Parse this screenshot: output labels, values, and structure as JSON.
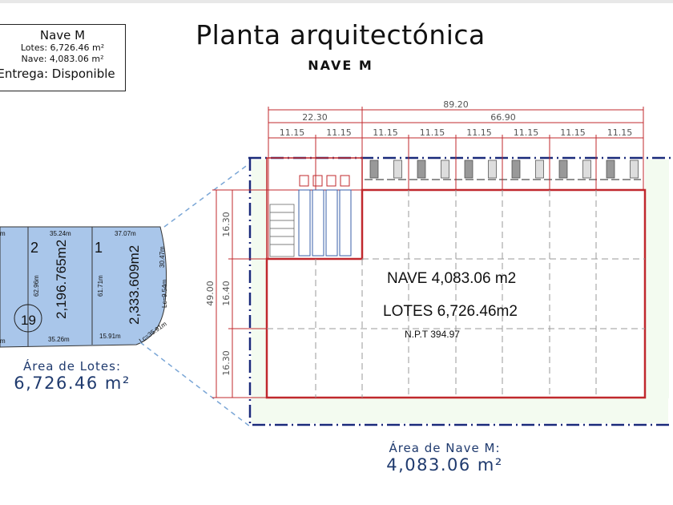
{
  "info_box": {
    "title": "Nave M",
    "lotes": "Lotes: 6,726.46 m²",
    "nave": "Nave: 4,083.06 m²",
    "entrega": "Entrega: Disponible"
  },
  "header": {
    "title": "Planta arquitectónica",
    "subtitle": "NAVE M"
  },
  "dimensions": {
    "total_width": "89.20",
    "left_width": "22.30",
    "right_width": "66.90",
    "bay": "11.15",
    "total_depth": "49.00",
    "depth_segments": [
      "16.30",
      "16.40",
      "16.30"
    ]
  },
  "plan_labels": {
    "nave": "NAVE  4,083.06 m2",
    "lotes": "LOTES  6,726.46m2",
    "npt": "N.P.T  394.97"
  },
  "lots": {
    "lot2": {
      "number": "2",
      "area": "2,196.765m2",
      "top": "35.24m",
      "side": "62.96m",
      "bottom": "35.26m"
    },
    "lot1": {
      "number": "1",
      "area": "2,333.609m2",
      "top": "37.07m",
      "side": "61.71m",
      "bottom": "15.91m",
      "right": "30.47m",
      "arc1": "Lc=9.54m",
      "arc2": "Lc=35.91m"
    },
    "block": "19",
    "edge_top": "m",
    "edge_bottom": "m"
  },
  "area_lotes": {
    "label": "Área de Lotes:",
    "value": "6,726.46 m²"
  },
  "area_nave": {
    "label": "Área de Nave M:",
    "value": "4,083.06 m²"
  },
  "colors": {
    "dimension_red": "#c0282d",
    "boundary_navy": "#1a2a7a",
    "lot_blue": "#a9c6ea",
    "text_blue": "#1f3a6e"
  }
}
